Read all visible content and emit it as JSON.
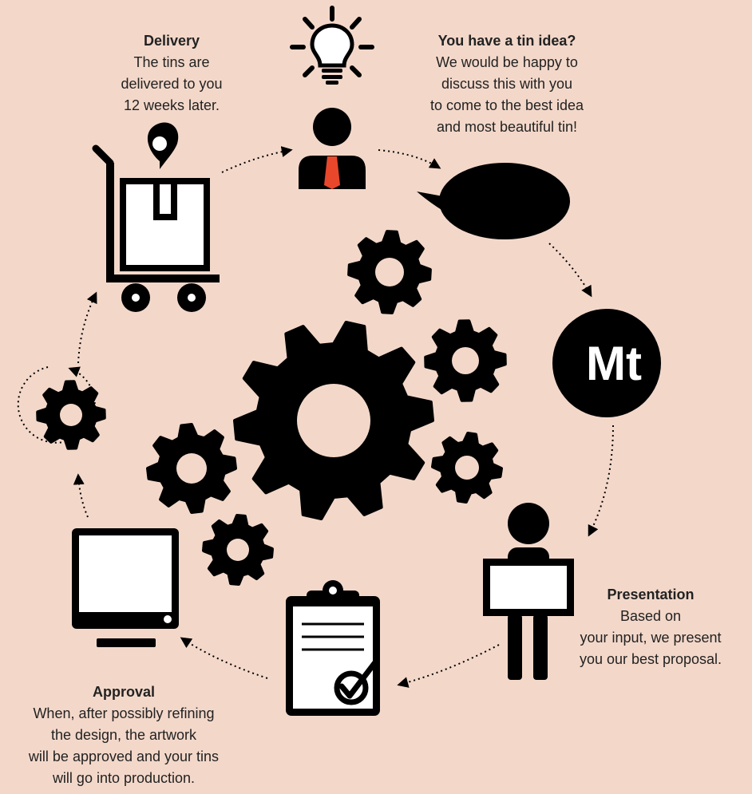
{
  "steps": {
    "idea": {
      "title": "You have a tin idea?",
      "lines": [
        "We would be happy to",
        "discuss this with you",
        "to come to the best idea",
        "and most beautiful tin!"
      ]
    },
    "presentation": {
      "title": "Presentation",
      "lines": [
        "Based on",
        "your input, we present",
        "you our best proposal."
      ]
    },
    "approval": {
      "title": "Approval",
      "lines": [
        "When, after possibly refining",
        "the design, the artwork",
        "will be approved and your tins",
        "will go into production."
      ]
    },
    "delivery": {
      "title": "Delivery",
      "lines": [
        "The tins are",
        "delivered to you",
        "12 weeks later."
      ]
    }
  },
  "logo": {
    "text": "Mt"
  },
  "colors": {
    "background": "#f3d8ca",
    "ink": "#000000",
    "accent": "#e8472b"
  }
}
